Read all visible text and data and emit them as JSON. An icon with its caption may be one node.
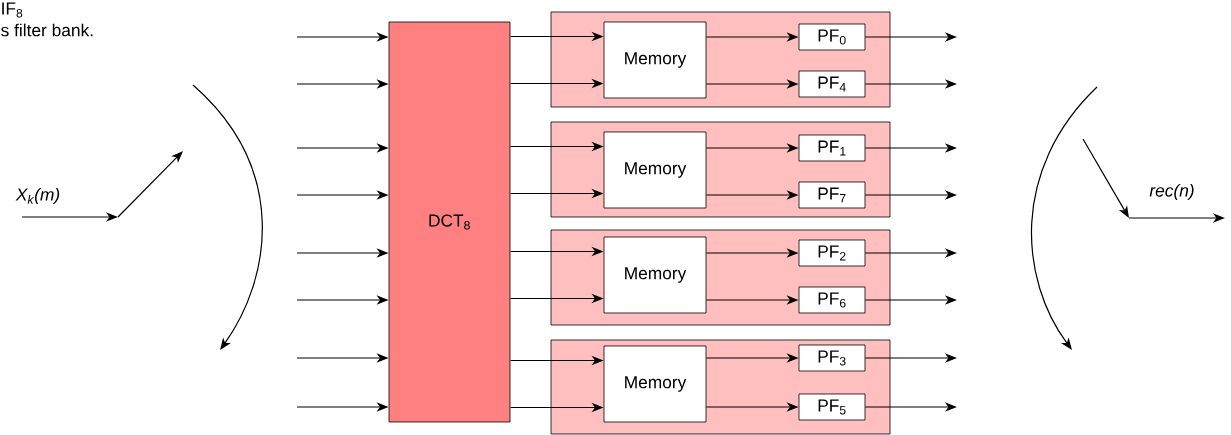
{
  "diagram": {
    "nodes": [
      {
        "text": [
          "DCT$_{8}$"
        ]
      },
      {
        "text": [],
        "shape": "box"
      },
      {
        "text": [
          "Memory"
        ],
        "in": 1
      },
      {
        "text": [
          "PF$_{0}$"
        ],
        "in": 1
      },
      {
        "text": [
          "PF$_{4}$"
        ],
        "in": 1
      },
      {
        "text": [],
        "shape": "box"
      },
      {
        "text": [
          "Memory"
        ],
        "in": 5
      },
      {
        "text": [
          "PF$_{1}$"
        ],
        "in": 5
      },
      {
        "text": [
          "PF$_{7}$"
        ],
        "in": 5
      },
      {
        "text": [],
        "shape": "box"
      },
      {
        "text": [
          "Memory"
        ],
        "in": 9
      },
      {
        "text": [
          "PF$_{2}$"
        ],
        "in": 9
      },
      {
        "text": [
          "PF$_{6}$"
        ],
        "in": 9
      },
      {
        "text": [],
        "shape": "box"
      },
      {
        "text": [
          "Memory"
        ],
        "in": 13
      },
      {
        "text": [
          "PF$_{3}$"
        ],
        "in": 13
      },
      {
        "text": [
          "PF$_{5}$"
        ],
        "in": 13
      }
    ],
    "edges": [
      {
        "from": null,
        "to": 0,
        "arrow": "to"
      },
      {
        "from": null,
        "to": 0,
        "arrow": "to"
      },
      {
        "from": null,
        "to": 0,
        "arrow": "to"
      },
      {
        "from": null,
        "to": 0,
        "arrow": "to"
      },
      {
        "from": null,
        "to": 0,
        "arrow": "to"
      },
      {
        "from": null,
        "to": 0,
        "arrow": "to"
      },
      {
        "from": null,
        "to": 0,
        "arrow": "to"
      },
      {
        "from": null,
        "to": 0,
        "arrow": "to"
      },
      {
        "from": 0,
        "to": 2,
        "arrow": "to"
      },
      {
        "from": 0,
        "to": 2,
        "arrow": "to"
      },
      {
        "from": 0,
        "to": 6,
        "arrow": "to"
      },
      {
        "from": 0,
        "to": 6,
        "arrow": "to"
      },
      {
        "from": 0,
        "to": 10,
        "arrow": "to"
      },
      {
        "from": 0,
        "to": 10,
        "arrow": "to"
      },
      {
        "from": 0,
        "to": 14,
        "arrow": "to"
      },
      {
        "from": 0,
        "to": 14,
        "arrow": "to"
      },
      {
        "from": 2,
        "to": 3,
        "arrow": "to"
      },
      {
        "from": 2,
        "to": 4,
        "arrow": "to"
      },
      {
        "from": 6,
        "to": 7,
        "arrow": "to"
      },
      {
        "from": 6,
        "to": 8,
        "arrow": "to"
      },
      {
        "from": 10,
        "to": 11,
        "arrow": "to"
      },
      {
        "from": 10,
        "to": 12,
        "arrow": "to"
      },
      {
        "from": 14,
        "to": 15,
        "arrow": "to"
      },
      {
        "from": 14,
        "to": 16,
        "arrow": "to"
      },
      {
        "from": 3,
        "to": null,
        "arrow": "to"
      },
      {
        "from": 4,
        "to": null,
        "arrow": "to"
      },
      {
        "from": 7,
        "to": null,
        "arrow": "to"
      },
      {
        "from": 8,
        "to": null,
        "arrow": "to"
      },
      {
        "from": 11,
        "to": null,
        "arrow": "to"
      },
      {
        "from": 12,
        "to": null,
        "arrow": "to"
      },
      {
        "from": 15,
        "to": null,
        "arrow": "to"
      },
      {
        "from": 16,
        "to": null,
        "arrow": "to"
      }
    ],
    "labels": [
      "IF$_{8}$",
      "s filter bank.",
      "X$_{k}$(m)",
      "rec(n)"
    ]
  }
}
